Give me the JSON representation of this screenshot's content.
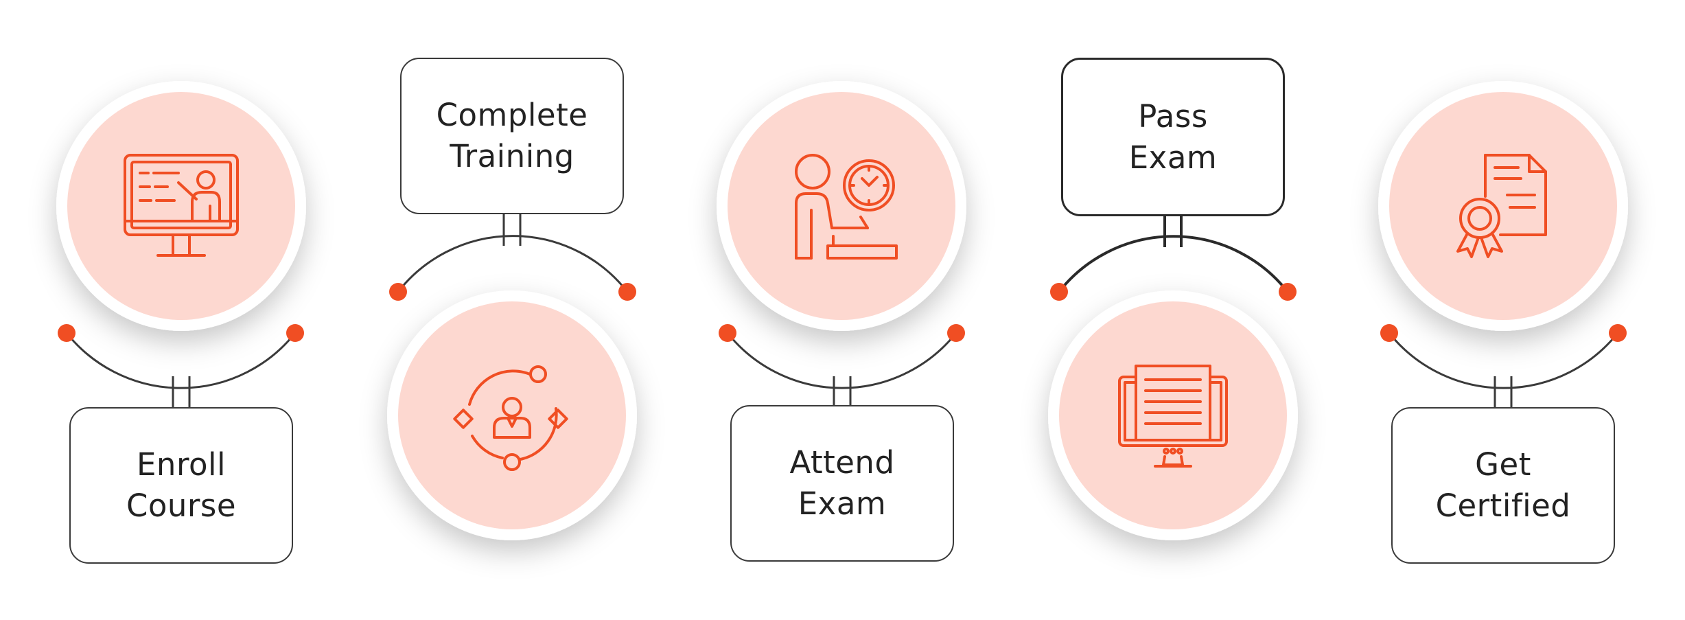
{
  "colors": {
    "accent": "#f04e23",
    "circle_fill": "#fdd8d0",
    "ring": "#ffffff",
    "connector": "#3a3a3a",
    "text": "#222222"
  },
  "steps": [
    {
      "label": "Enroll\nCourse",
      "icon": "online-classroom-icon"
    },
    {
      "label": "Complete\nTraining",
      "icon": "training-cycle-icon"
    },
    {
      "label": "Attend\nExam",
      "icon": "exam-clock-icon"
    },
    {
      "label": "Pass\nExam",
      "icon": "exam-monitor-icon"
    },
    {
      "label": "Get\nCertified",
      "icon": "certificate-icon"
    }
  ]
}
